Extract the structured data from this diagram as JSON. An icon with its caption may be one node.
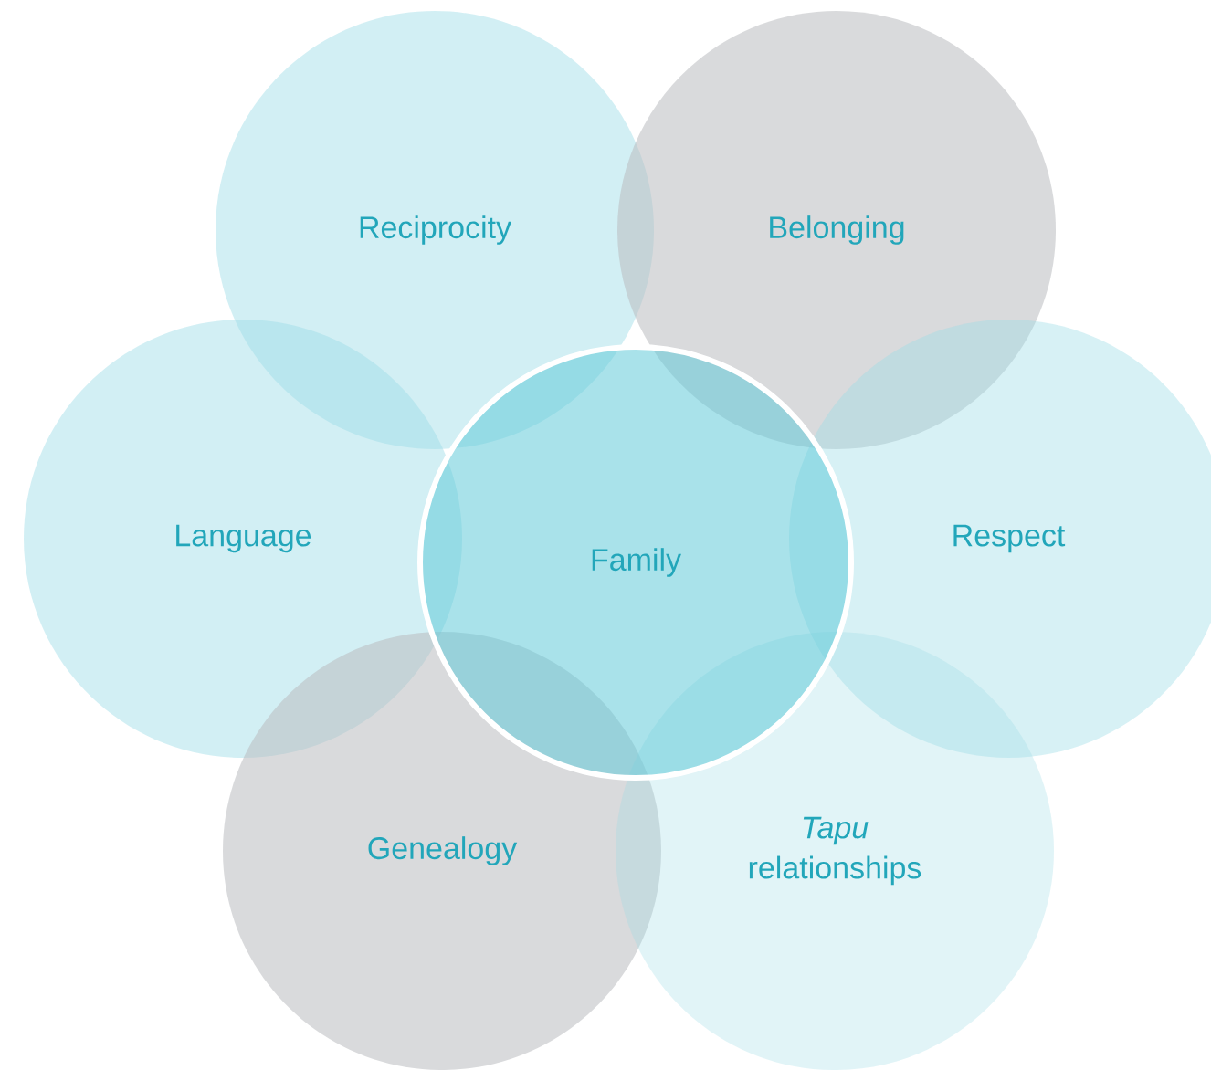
{
  "diagram": {
    "nodes": [
      {
        "text": [
          "Reciprocity"
        ]
      },
      {
        "text": [
          "Belonging"
        ]
      },
      {
        "text": [
          "Language"
        ]
      },
      {
        "text": [
          "Family"
        ]
      },
      {
        "text": [
          "Respect"
        ]
      },
      {
        "text": [
          "Genealogy"
        ]
      },
      {
        "text": [
          "*Tapu* relationships"
        ]
      }
    ]
  }
}
